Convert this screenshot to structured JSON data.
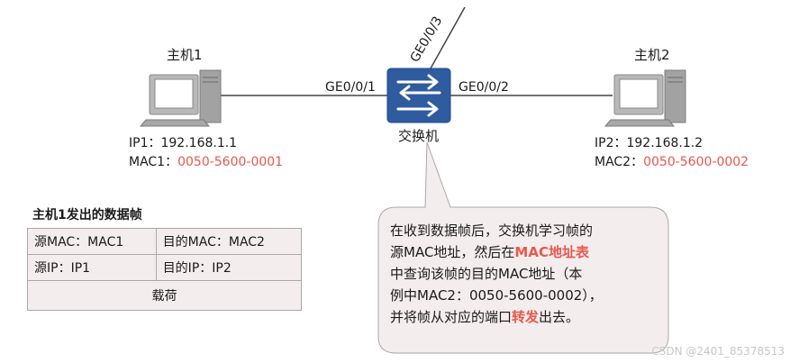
{
  "switch": {
    "label": "交换机",
    "ports": {
      "left": "GE0/0/1",
      "right": "GE0/0/2",
      "top": "GE0/0/3"
    }
  },
  "host1": {
    "name": "主机1",
    "ip_label": "IP1：",
    "ip": "192.168.1.1",
    "mac_label": "MAC1：",
    "mac": "0050-5600-0001"
  },
  "host2": {
    "name": "主机2",
    "ip_label": "IP2：",
    "ip": "192.168.1.2",
    "mac_label": "MAC2：",
    "mac": "0050-5600-0002"
  },
  "frame": {
    "title": "主机1发出的数据帧",
    "src_mac": "源MAC：MAC1",
    "dst_mac": "目的MAC：MAC2",
    "src_ip": "源IP：IP1",
    "dst_ip": "目的IP：IP2",
    "payload": "载荷"
  },
  "callout": {
    "line1": "在收到数据帧后，交换机学习帧的",
    "line2_a": "源MAC地址，然后在",
    "line2_hl": "MAC地址表",
    "line3": "中查询该帧的目的MAC地址（本",
    "line4": "例中MAC2：0050-5600-0002），",
    "line5_a": "并将帧从对应的端口",
    "line5_hl": "转发",
    "line5_b": "出去。"
  },
  "watermark": "CSDN @2401_85378513",
  "colors": {
    "switch_blue": "#2f5b9f",
    "highlight_red": "#e8584d",
    "callout_fill": "#f4eded"
  }
}
